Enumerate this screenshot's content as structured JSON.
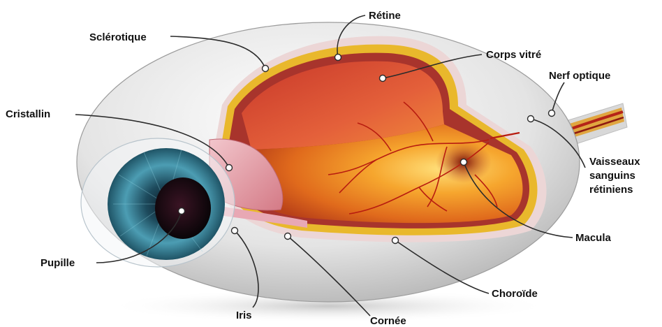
{
  "diagram": {
    "labels": {
      "retine": "Rétine",
      "sclerotique": "Sclérotique",
      "corps_vitre": "Corps vitré",
      "nerf_optique": "Nerf optique",
      "cristallin": "Cristallin",
      "vaisseaux_1": "Vaisseaux",
      "vaisseaux_2": "sanguins",
      "vaisseaux_3": "rétiniens",
      "macula": "Macula",
      "pupille": "Pupille",
      "choroide": "Choroïde",
      "iris": "Iris",
      "cornee": "Cornée"
    },
    "colors": {
      "sclera": "#e6e6e6",
      "retina": "#e9b82c",
      "choroid": "#a8342c",
      "vitreous": "#f08a22",
      "iris": "#3f8fa6",
      "nerve": "#d79a3a"
    }
  }
}
